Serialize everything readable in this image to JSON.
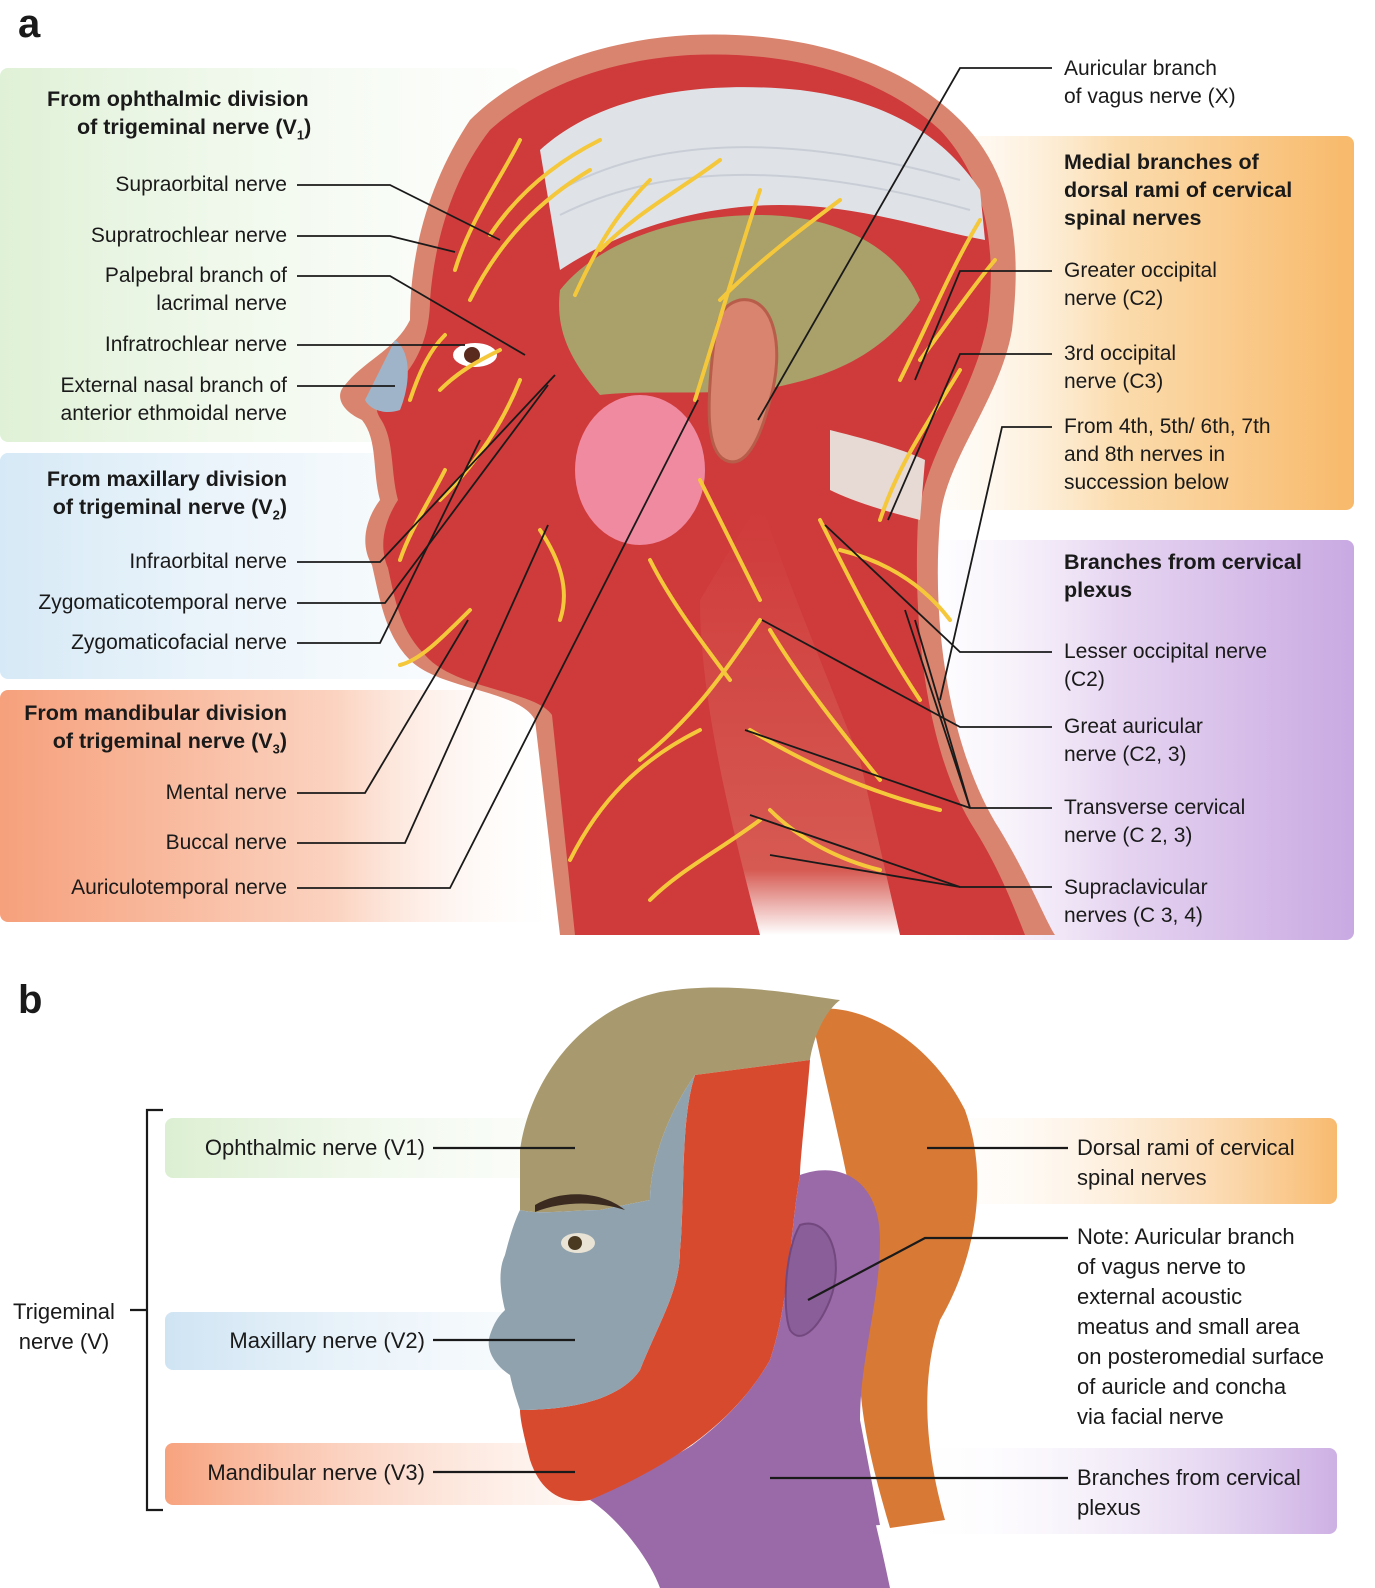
{
  "panel_a": {
    "letter": "a",
    "ophthalmic": {
      "header_line1": "From ophthalmic division",
      "header_line2": "of trigeminal nerve (V",
      "header_sub": "1",
      "header_close": ")",
      "labels": [
        {
          "l1": "Supraorbital nerve"
        },
        {
          "l1": "Supratrochlear nerve"
        },
        {
          "l1": "Palpebral branch of",
          "l2": "lacrimal nerve"
        },
        {
          "l1": "Infratrochlear nerve"
        },
        {
          "l1": "External nasal branch of",
          "l2": "anterior ethmoidal nerve"
        }
      ]
    },
    "maxillary": {
      "header_line1": "From maxillary division",
      "header_line2": "of trigeminal nerve (V",
      "header_sub": "2",
      "header_close": ")",
      "labels": [
        {
          "l1": "Infraorbital nerve"
        },
        {
          "l1": "Zygomaticotemporal nerve"
        },
        {
          "l1": "Zygomaticofacial nerve"
        }
      ]
    },
    "mandibular": {
      "header_line1": "From mandibular division",
      "header_line2": "of trigeminal nerve (V",
      "header_sub": "3",
      "header_close": ")",
      "labels": [
        {
          "l1": "Mental nerve"
        },
        {
          "l1": "Buccal nerve"
        },
        {
          "l1": "Auriculotemporal nerve"
        }
      ]
    },
    "vagus": {
      "l1": "Auricular branch",
      "l2": "of vagus nerve (X)"
    },
    "dorsal": {
      "header_line1": "Medial branches of",
      "header_line2": "dorsal rami of cervical",
      "header_line3": "spinal nerves",
      "labels": [
        {
          "l1": "Greater occipital",
          "l2": "nerve (C2)"
        },
        {
          "l1": "3rd occipital",
          "l2": "nerve (C3)"
        },
        {
          "l1": "From 4th, 5th/ 6th, 7th",
          "l2": "and 8th nerves in",
          "l3": "succession below"
        }
      ]
    },
    "cervical": {
      "header_line1": "Branches from cervical",
      "header_line2": "plexus",
      "labels": [
        {
          "l1": "Lesser occipital nerve",
          "l2": "(C2)"
        },
        {
          "l1": "Great auricular",
          "l2": "nerve (C2, 3)"
        },
        {
          "l1": "Transverse cervical",
          "l2": "nerve (C 2, 3)"
        },
        {
          "l1": "Supraclavicular",
          "l2": "nerves (C 3, 4)"
        }
      ]
    }
  },
  "panel_b": {
    "letter": "b",
    "trigeminal": {
      "l1": "Trigeminal",
      "l2": "nerve (V)"
    },
    "v1": "Ophthalmic nerve (V1)",
    "v2": "Maxillary nerve (V2)",
    "v3": "Mandibular nerve (V3)",
    "dorsal": {
      "l1": "Dorsal rami of cervical",
      "l2": "spinal nerves"
    },
    "note": {
      "l1": "Note: Auricular branch",
      "l2": "of vagus nerve to",
      "l3": "external acoustic",
      "l4": "meatus and small area",
      "l5": "on posteromedial surface",
      "l6": "of auricle and concha",
      "l7": "via facial nerve"
    },
    "cervical": {
      "l1": "Branches from cervical",
      "l2": "plexus"
    }
  },
  "colors": {
    "green_band": "#e4f3dc",
    "blue_band": "#dcecf7",
    "salmon_band": "#f7a985",
    "orange_band": "#f9c98c",
    "purple_band": "#d2b6e6",
    "skin": "#d9836c",
    "muscle": "#cf3a3a",
    "nerve": "#f4c83a",
    "v1_zone": "#a89a6e",
    "v2_zone": "#8fa2ae",
    "v3_zone": "#d84a2e",
    "dorsal_zone": "#d87a36",
    "cervical_zone": "#9a6aa8"
  }
}
